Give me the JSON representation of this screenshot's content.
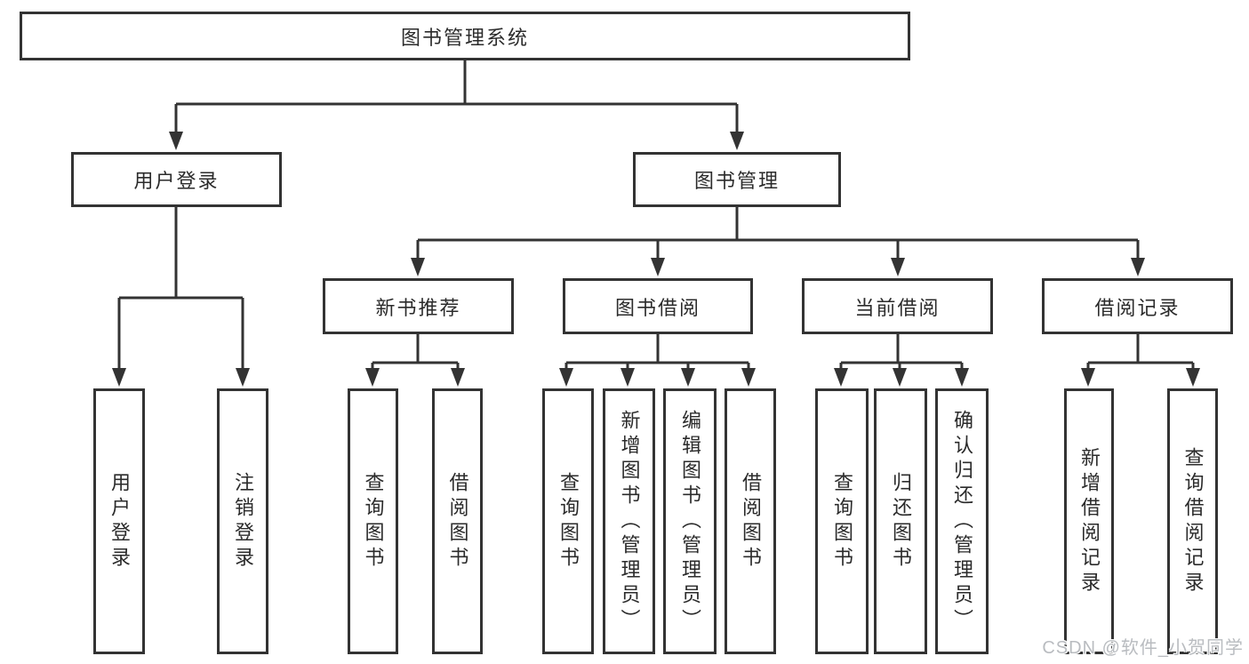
{
  "diagram_title": "图书管理系统",
  "watermark": "CSDN @软件_小贺同学",
  "colors": {
    "background": "#ffffff",
    "line": "#333333",
    "box_border": "#333333",
    "text": "#2b2b2b",
    "watermark": "#b9bcc0"
  },
  "nodes": {
    "root": "图书管理系统",
    "user_login": "用户登录",
    "book_mgmt": "图书管理",
    "new_book_rec": "新书推荐",
    "book_borrow": "图书借阅",
    "current_borrow": "当前借阅",
    "borrow_records": "借阅记录",
    "leaf_user_login": "用户登录",
    "leaf_logout": "注销登录",
    "leaf_query_book_1": "查询图书",
    "leaf_borrow_book_1": "借阅图书",
    "leaf_query_book_2": "查询图书",
    "leaf_add_book": "新增图书（管理员）",
    "leaf_edit_book": "编辑图书（管理员）",
    "leaf_borrow_book_2": "借阅图书",
    "leaf_query_book_3": "查询图书",
    "leaf_return_book": "归还图书",
    "leaf_confirm_return": "确认归还（管理员）",
    "leaf_add_record": "新增借阅记录",
    "leaf_query_record": "查询借阅记录"
  },
  "hierarchy": {
    "图书管理系统": {
      "用户登录": [
        "用户登录",
        "注销登录"
      ],
      "图书管理": {
        "新书推荐": [
          "查询图书",
          "借阅图书"
        ],
        "图书借阅": [
          "查询图书",
          "新增图书（管理员）",
          "编辑图书（管理员）",
          "借阅图书"
        ],
        "当前借阅": [
          "查询图书",
          "归还图书",
          "确认归还（管理员）"
        ],
        "借阅记录": [
          "新增借阅记录",
          "查询借阅记录"
        ]
      }
    }
  }
}
